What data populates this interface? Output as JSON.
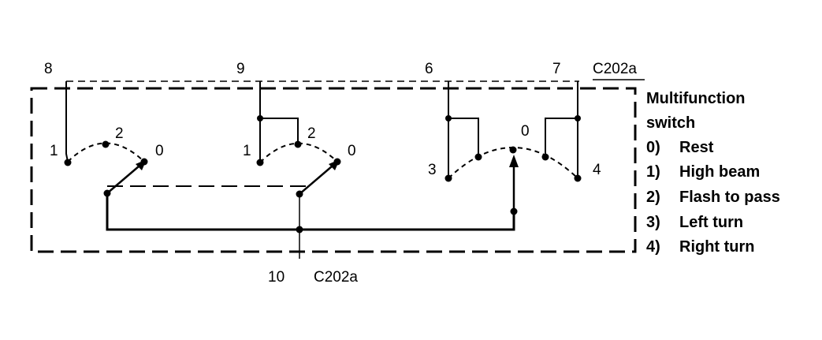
{
  "connector_top": "C202a",
  "connector_bottom": "C202a",
  "pins": {
    "p8": "8",
    "p9": "9",
    "p6": "6",
    "p7": "7",
    "p10": "10"
  },
  "switch1": {
    "pos1": "1",
    "pos2": "2",
    "pos0": "0"
  },
  "switch2": {
    "pos1": "1",
    "pos2": "2",
    "pos0": "0"
  },
  "switch3": {
    "pos3": "3",
    "pos0": "0",
    "pos4": "4"
  },
  "legend": {
    "title_line1": "Multifunction",
    "title_line2": "switch",
    "items": [
      {
        "num": "0)",
        "text": "Rest"
      },
      {
        "num": "1)",
        "text": "High beam"
      },
      {
        "num": "2)",
        "text": "Flash to pass"
      },
      {
        "num": "3)",
        "text": "Left turn"
      },
      {
        "num": "4)",
        "text": "Right turn"
      }
    ]
  }
}
